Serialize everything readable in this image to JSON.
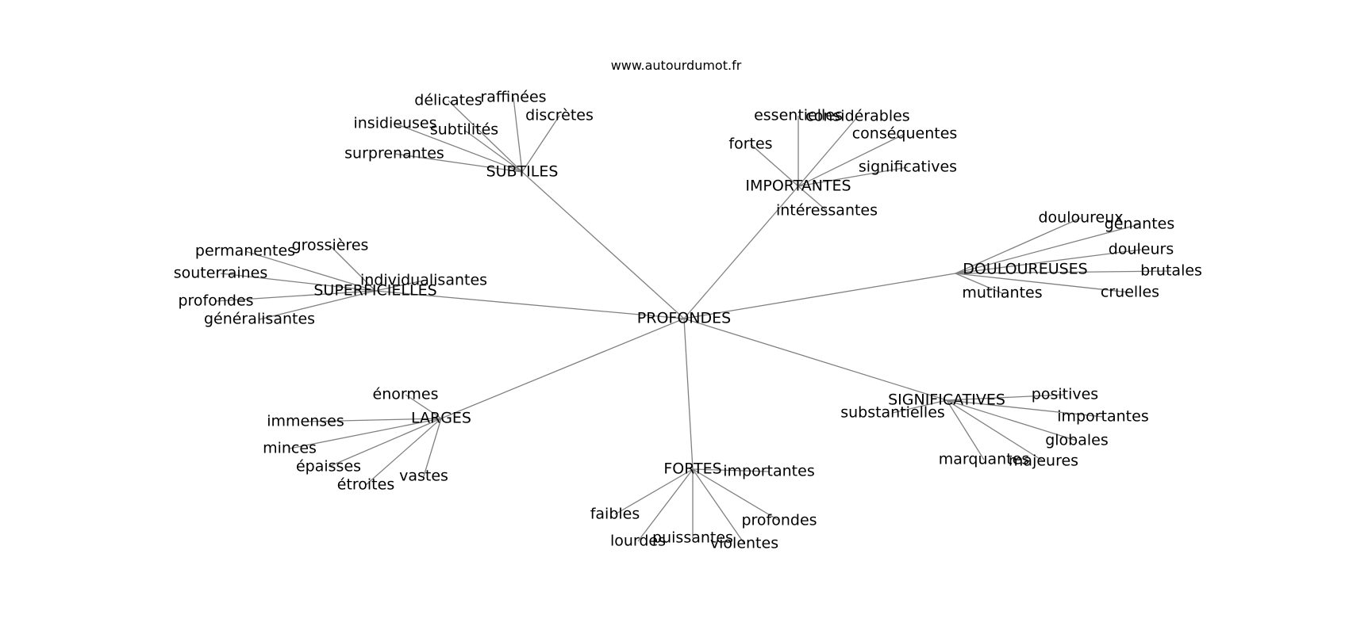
{
  "title": "www.autourdumot.fr",
  "root": "PROFONDES",
  "groups": [
    {
      "key": "subtiles",
      "label": "SUBTILES",
      "leaves": [
        "délicates",
        "raffinées",
        "discrètes",
        "insidieuses",
        "subtilités",
        "surprenantes"
      ]
    },
    {
      "key": "importantes",
      "label": "IMPORTANTES",
      "leaves": [
        "essentielles",
        "considérables",
        "conséquentes",
        "fortes",
        "significatives",
        "intéressantes"
      ]
    },
    {
      "key": "douloureuses",
      "label": "DOULOUREUSES",
      "leaves": [
        "douloureux",
        "gênantes",
        "douleurs",
        "brutales",
        "mutilantes",
        "cruelles"
      ]
    },
    {
      "key": "superficielles",
      "label": "SUPERFICIELLES",
      "leaves": [
        "permanentes",
        "grossières",
        "souterraines",
        "individualisantes",
        "profondes",
        "généralisantes"
      ]
    },
    {
      "key": "larges",
      "label": "LARGES",
      "leaves": [
        "énormes",
        "immenses",
        "minces",
        "épaisses",
        "étroites",
        "vastes"
      ]
    },
    {
      "key": "fortes",
      "label": "FORTES",
      "leaves": [
        "importantes",
        "faibles",
        "profondes",
        "lourdes",
        "puissantes",
        "violentes"
      ]
    },
    {
      "key": "significatives",
      "label": "SIGNIFICATIVES",
      "leaves": [
        "positives",
        "substantielles",
        "importantes",
        "globales",
        "marquantes",
        "majeures"
      ]
    }
  ]
}
